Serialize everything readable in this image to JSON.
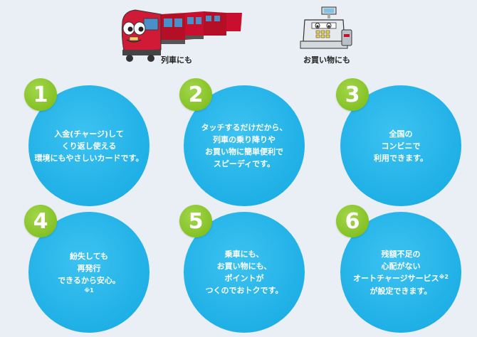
{
  "header": {
    "train_caption": "列車にも",
    "shopping_caption": "お買い物にも"
  },
  "features": [
    {
      "number": "1",
      "lines": [
        "入金(チャージ)して",
        "くり返し使える",
        "環境にもやさしいカードです。"
      ]
    },
    {
      "number": "2",
      "lines": [
        "タッチするだけだから、",
        "列車の乗り降りや",
        "お買い物に簡単便利で",
        "スピーディです。"
      ]
    },
    {
      "number": "3",
      "lines": [
        "全国の",
        "コンビニで",
        "利用できます。"
      ]
    },
    {
      "number": "4",
      "lines": [
        "紛失しても",
        "再発行",
        "できるから安心。"
      ],
      "note": "※1"
    },
    {
      "number": "5",
      "lines": [
        "乗車にも、",
        "お買い物にも、",
        "ポイントが",
        "つくのでおトクです。"
      ]
    },
    {
      "number": "6",
      "lines": [
        "残額不足の",
        "心配がない",
        "オートチャージサービス",
        "が設定できます。"
      ],
      "line3_note": "※2"
    }
  ],
  "colors": {
    "circle": "#29b4e8",
    "number_badge": "#84c225",
    "background": "#e9eff5"
  },
  "icons": [
    "train-icon",
    "cash-register-icon"
  ]
}
